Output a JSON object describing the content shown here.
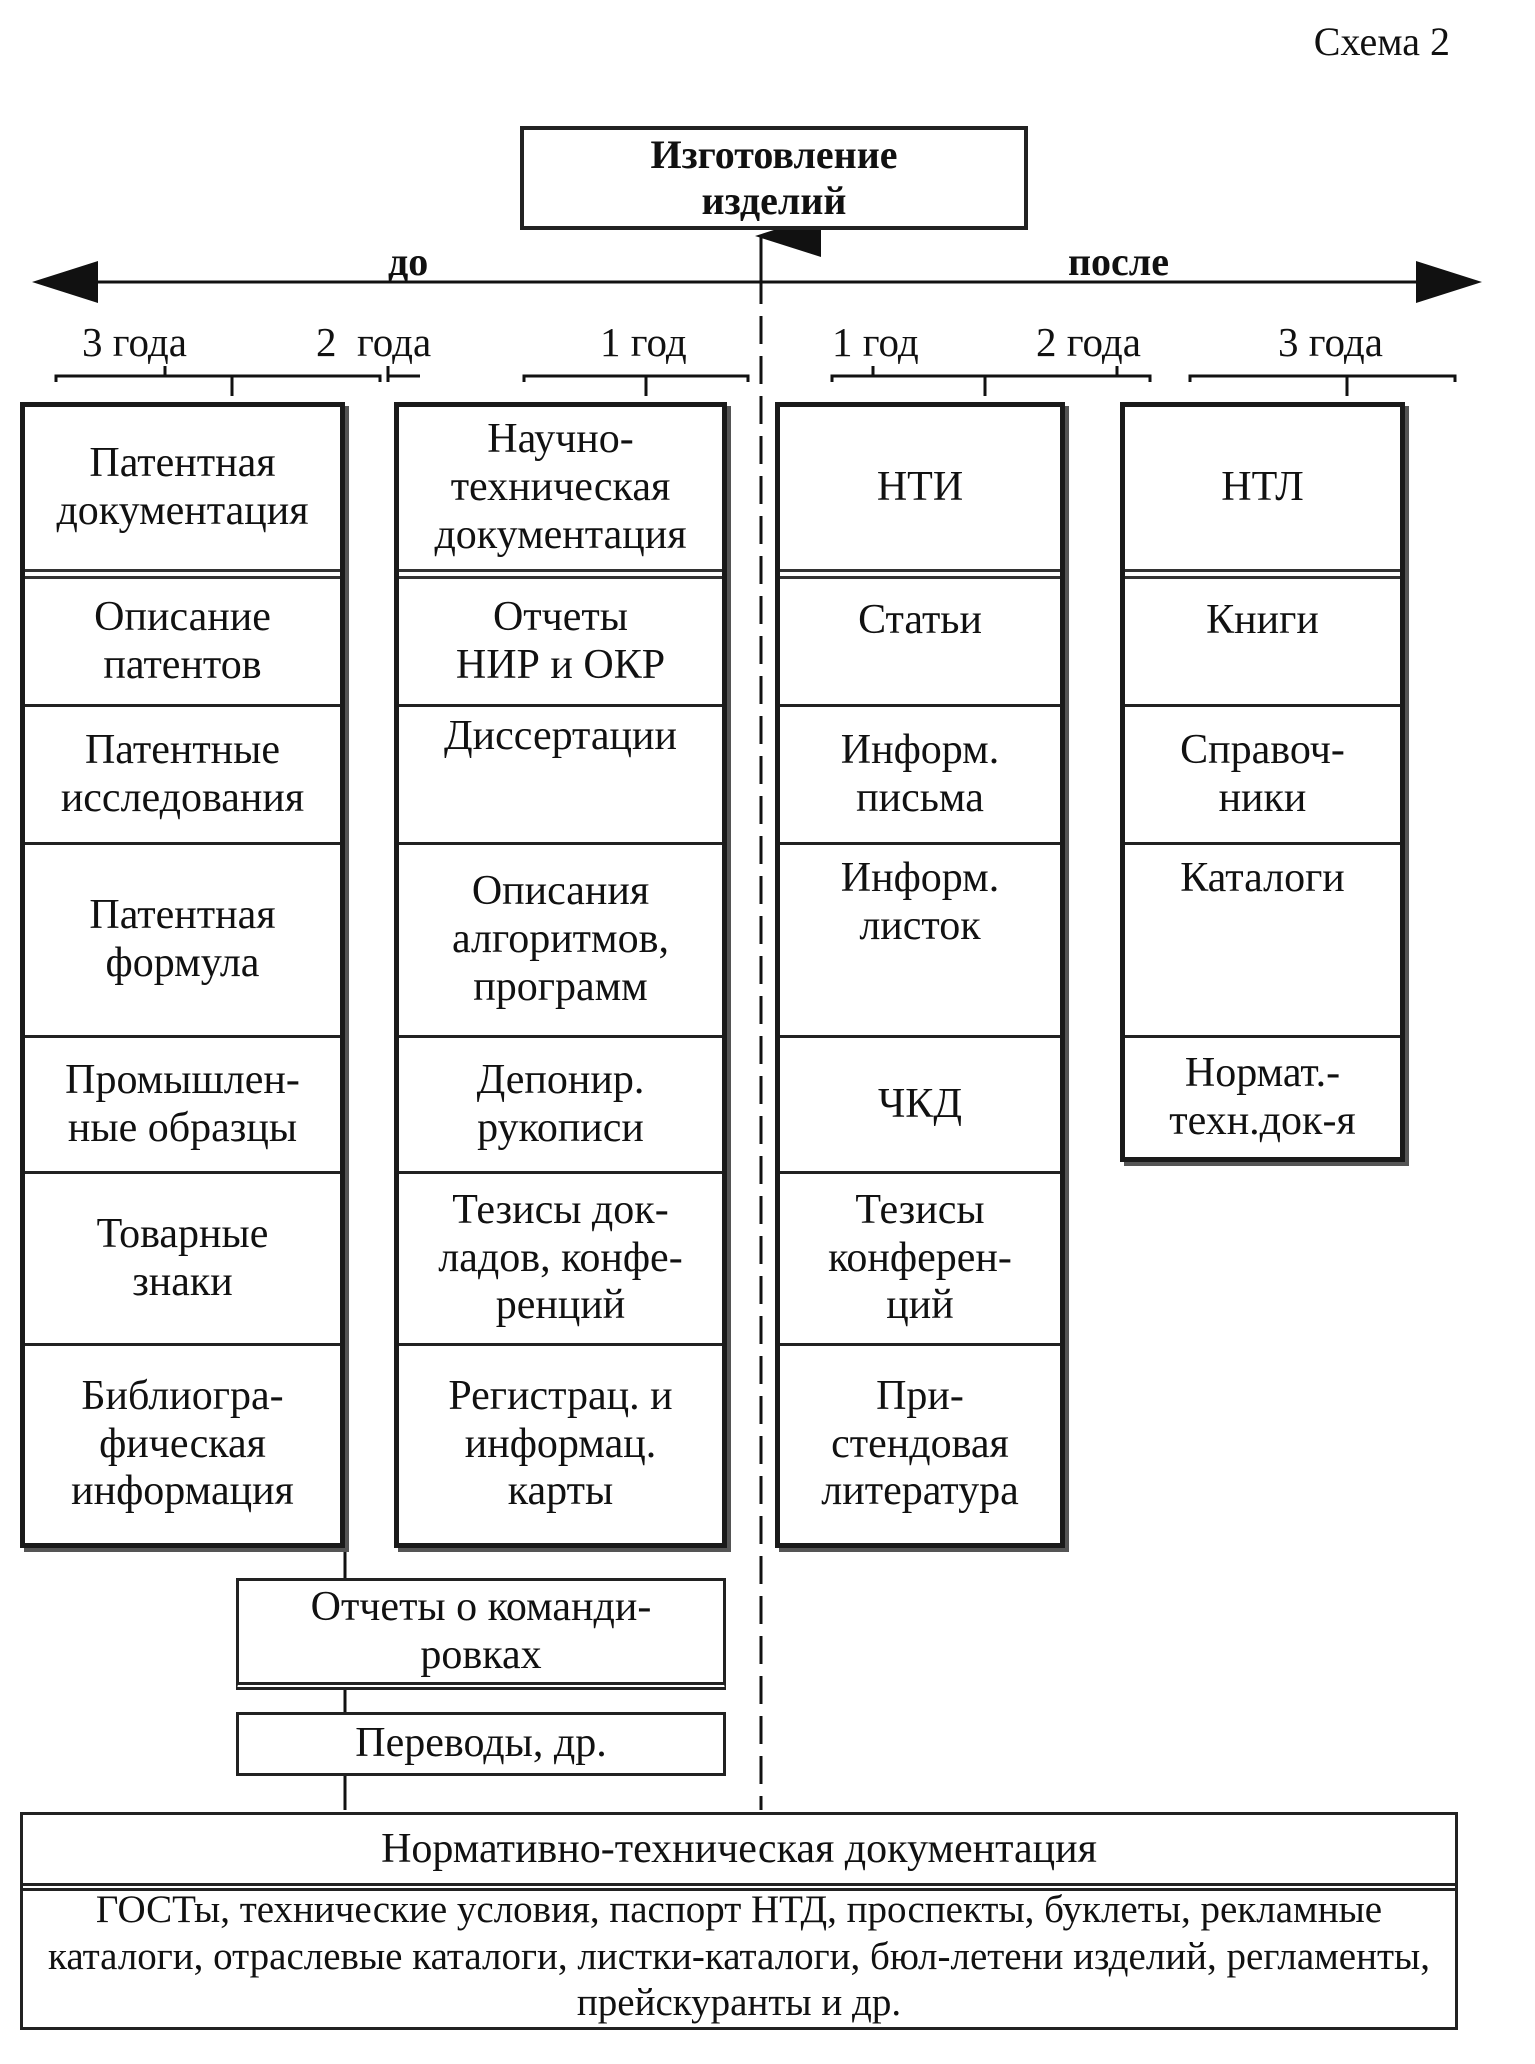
{
  "scheme_label": "Схема 2",
  "top_box": "Изготовление\nизделий",
  "axis": {
    "before": "до",
    "after": "после"
  },
  "periods": [
    "3 года",
    "2  года",
    "1 год",
    "1 год",
    "2 года",
    "3 года"
  ],
  "columns": [
    [
      "Патентная\nдокументация",
      "Описание\nпатентов",
      "Патентные\nисследования",
      "Патентная\nформула",
      "Промышлен-\nные образцы",
      "Товарные\nзнаки",
      "Библиогра-\nфическая\nинформация"
    ],
    [
      "Научно-\nтехническая\nдокументация",
      "Отчеты\nНИР и ОКР",
      "Диссертации",
      "Описания\nалгоритмов,\nпрограмм",
      "Депонир.\nрукописи",
      "Тезисы док-\nладов, конфе-\nренций",
      "Регистрац. и\nинформац.\nкарты"
    ],
    [
      "НТИ",
      "Статьи",
      "Информ.\nписьма",
      "Информ.\nлисток",
      "ЧКД",
      "Тезисы\nконферен-\nций",
      "При-\nстендовая\nлитература"
    ],
    [
      "НТЛ",
      "Книги",
      "Справоч-\nники",
      "Каталоги",
      "Нормат.-\nтехн.док-я"
    ]
  ],
  "extra_boxes": [
    "Отчеты о команди-\nровках",
    "Переводы, др."
  ],
  "bottom": {
    "title": "Нормативно-техническая документация",
    "text": "ГОСТы, технические условия, паспорт НТД, проспекты, буклеты, рекламные каталоги, отраслевые каталоги, листки-каталоги, бюл-летени изделий, регламенты, прейскуранты и др."
  }
}
